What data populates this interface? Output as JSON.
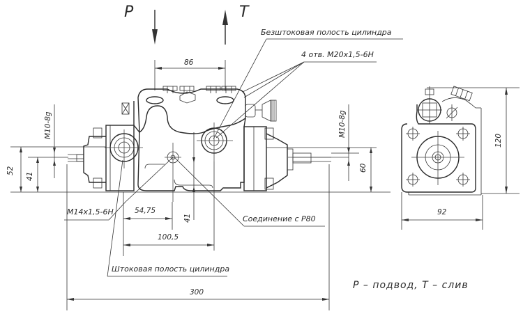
{
  "title": "Hydraulic valve block drawing",
  "ports": {
    "pressure": "P",
    "tank": "T"
  },
  "callouts": {
    "piston_cavity": "Безштоковая полость цилиндра",
    "threaded_holes": "4 отв. M20x1,5-6H",
    "rod_cavity": "Штоковая полость цилиндра",
    "connection": "Соединение с Р80",
    "left_thread": "M14x1,5-6H"
  },
  "dimensions": {
    "port_spacing": "86",
    "left_thread": "M10-8g",
    "right_thread": "M10-8g",
    "left_height_outer": "52",
    "left_height_inner": "41",
    "right_height": "60",
    "center_height": "41",
    "offset_1": "54,75",
    "offset_2": "100,5",
    "overall_length": "300",
    "side_height": "120",
    "side_width": "92"
  },
  "legend": "P – подвод, T – слив"
}
